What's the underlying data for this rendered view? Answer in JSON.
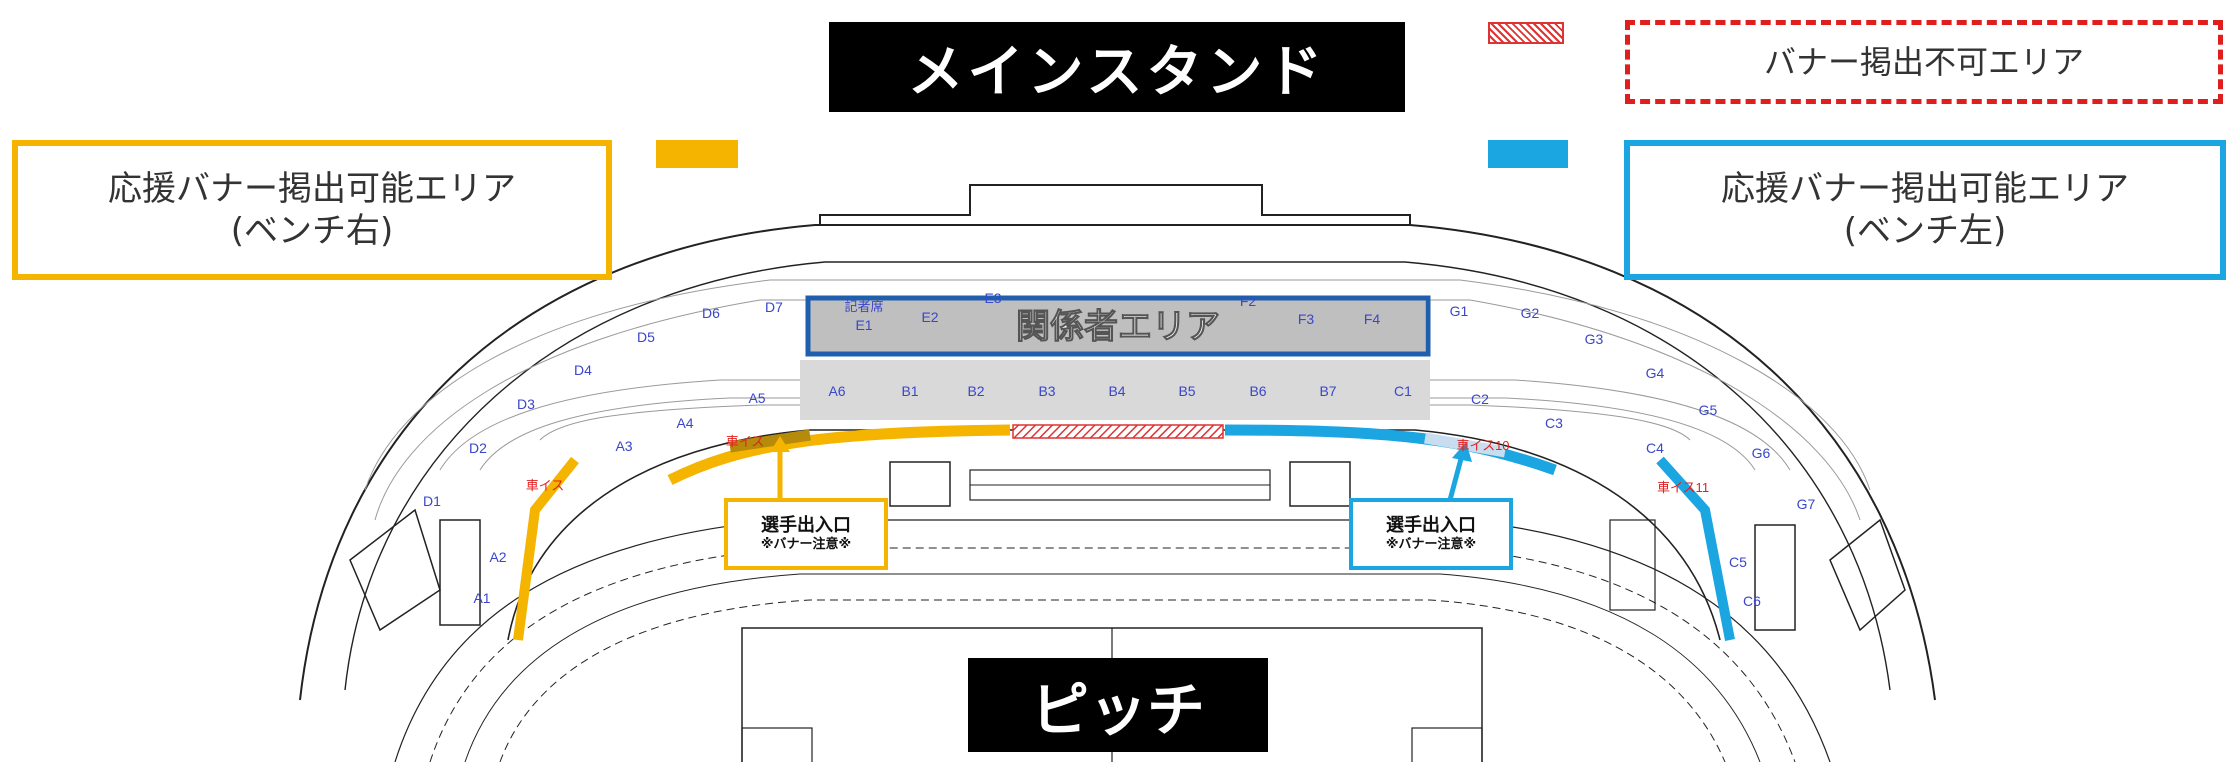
{
  "colors": {
    "yellow": "#f4b400",
    "blue": "#1ba6e2",
    "navy": "#1f5fae",
    "red": "#e01e1e",
    "seat_label": "#3a47c8",
    "accessible_label": "#e32020"
  },
  "titles": {
    "main_stand": "メインスタンド",
    "pitch": "ピッチ",
    "staff_area": "関係者エリア"
  },
  "legend": {
    "no_banner": "バナー掲出不可エリア",
    "right_line1": "応援バナー掲出可能エリア",
    "right_line2": "(ベンチ右)",
    "left_line1": "応援バナー掲出可能エリア",
    "left_line2": "(ベンチ左)"
  },
  "callouts": {
    "left_line1": "選手出入口",
    "left_line2": "※バナー注意※",
    "right_line1": "選手出入口",
    "right_line2": "※バナー注意※"
  },
  "sections": {
    "A1": "A1",
    "A2": "A2",
    "A3": "A3",
    "A4": "A4",
    "A5": "A5",
    "A6": "A6",
    "B1": "B1",
    "B2": "B2",
    "B3": "B3",
    "B4": "B4",
    "B5": "B5",
    "B6": "B6",
    "B7": "B7",
    "C1": "C1",
    "C2": "C2",
    "C3": "C3",
    "C4": "C4",
    "C5": "C5",
    "C6": "C6",
    "D1": "D1",
    "D2": "D2",
    "D3": "D3",
    "D4": "D4",
    "D5": "D5",
    "D6": "D6",
    "D7": "D7",
    "E1": "E1",
    "E2": "E2",
    "E3": "E3",
    "F2": "F2",
    "F3": "F3",
    "F4": "F4",
    "G1": "G1",
    "G2": "G2",
    "G3": "G3",
    "G4": "G4",
    "G5": "G5",
    "G6": "G6",
    "G7": "G7"
  },
  "faint_labels": {
    "press": "記者席",
    "wheelchair_left": "車イス",
    "wheelchair_right": "車イス11",
    "wheelchair_a5": "車イス",
    "wheelchair_c2": "車イス10"
  }
}
